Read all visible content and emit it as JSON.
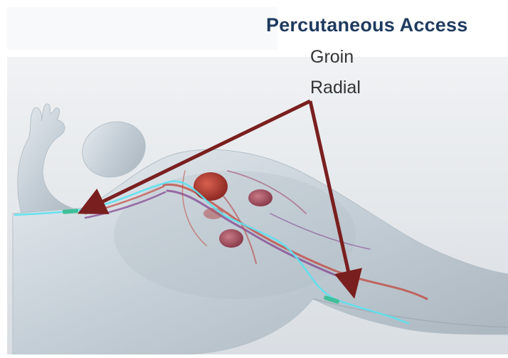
{
  "title": "Percutaneous Access",
  "access_sites": [
    "Groin",
    "Radial"
  ],
  "colors": {
    "title": "#1f3a5f",
    "label": "#333333",
    "arrow": "#7a1f1f",
    "catheter": "#5ee0ee",
    "body": "#c9d3da",
    "background": "#e4e8ec"
  },
  "icons": {
    "figure": "human-body-illustration",
    "arrows": "arrow-icon"
  }
}
